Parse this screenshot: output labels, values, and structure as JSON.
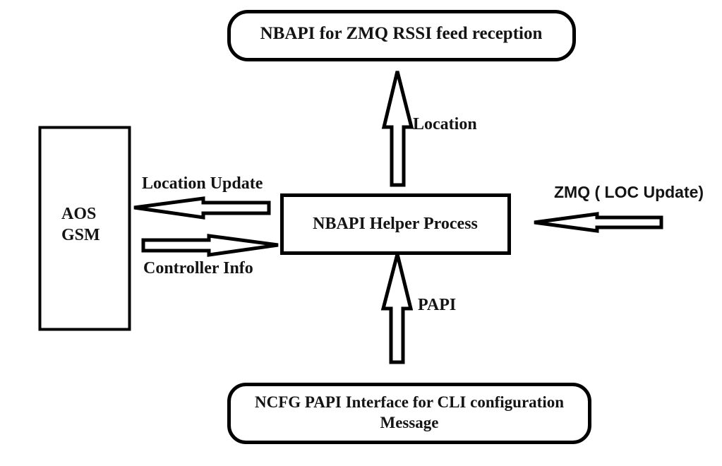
{
  "diagram": {
    "title": "NBAPI Helper Process interaction diagram",
    "stroke_color": "#000000",
    "fill_color": "#ffffff",
    "text_color": "#141414",
    "nodes": [
      {
        "id": "nbapi-zmq-rssi",
        "label": "NBAPI for ZMQ RSSI feed reception",
        "shape": "rounded-rectangle",
        "position": "top"
      },
      {
        "id": "aos-gsm",
        "label": "AOS\nGSM",
        "shape": "rectangle",
        "position": "left"
      },
      {
        "id": "nbapi-helper",
        "label": "NBAPI Helper Process",
        "shape": "rectangle",
        "position": "center"
      },
      {
        "id": "ncfg-papi",
        "label": "NCFG PAPI Interface for CLI configuration\nMessage",
        "shape": "rounded-rectangle",
        "position": "bottom"
      }
    ],
    "edges": [
      {
        "id": "location",
        "label": "Location",
        "from": "nbapi-helper",
        "to": "nbapi-zmq-rssi",
        "direction": "up",
        "style": "hollow-block-arrow",
        "font": "serif"
      },
      {
        "id": "location-update",
        "label": "Location Update",
        "from": "nbapi-helper",
        "to": "aos-gsm",
        "direction": "left",
        "style": "hollow-block-arrow",
        "font": "serif"
      },
      {
        "id": "controller-info",
        "label": "Controller Info",
        "from": "aos-gsm",
        "to": "nbapi-helper",
        "direction": "right",
        "style": "hollow-block-arrow",
        "font": "serif"
      },
      {
        "id": "zmq-loc-update",
        "label": "ZMQ ( LOC Update)",
        "from": "external",
        "to": "nbapi-helper",
        "direction": "left",
        "style": "hollow-block-arrow",
        "font": "sans-serif"
      },
      {
        "id": "papi",
        "label": "PAPI",
        "from": "ncfg-papi",
        "to": "nbapi-helper",
        "direction": "up",
        "style": "hollow-block-arrow",
        "font": "serif"
      }
    ]
  }
}
